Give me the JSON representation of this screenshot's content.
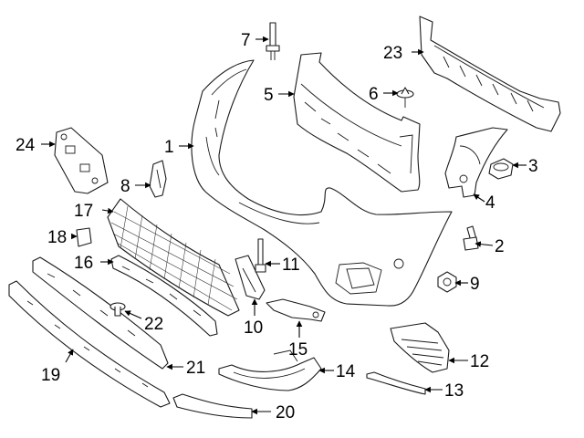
{
  "colors": {
    "line": "#1a1a1a",
    "background": "#ffffff"
  },
  "callouts": [
    {
      "id": "c1",
      "number": "1"
    },
    {
      "id": "c2",
      "number": "2"
    },
    {
      "id": "c3",
      "number": "3"
    },
    {
      "id": "c4",
      "number": "4"
    },
    {
      "id": "c5",
      "number": "5"
    },
    {
      "id": "c6",
      "number": "6"
    },
    {
      "id": "c7",
      "number": "7"
    },
    {
      "id": "c8",
      "number": "8"
    },
    {
      "id": "c9",
      "number": "9"
    },
    {
      "id": "c10",
      "number": "10"
    },
    {
      "id": "c11",
      "number": "11"
    },
    {
      "id": "c12",
      "number": "12"
    },
    {
      "id": "c13",
      "number": "13"
    },
    {
      "id": "c14",
      "number": "14"
    },
    {
      "id": "c15",
      "number": "15"
    },
    {
      "id": "c16",
      "number": "16"
    },
    {
      "id": "c17",
      "number": "17"
    },
    {
      "id": "c18",
      "number": "18"
    },
    {
      "id": "c19",
      "number": "19"
    },
    {
      "id": "c20",
      "number": "20"
    },
    {
      "id": "c21",
      "number": "21"
    },
    {
      "id": "c22",
      "number": "22"
    },
    {
      "id": "c23",
      "number": "23"
    },
    {
      "id": "c24",
      "number": "24"
    }
  ]
}
